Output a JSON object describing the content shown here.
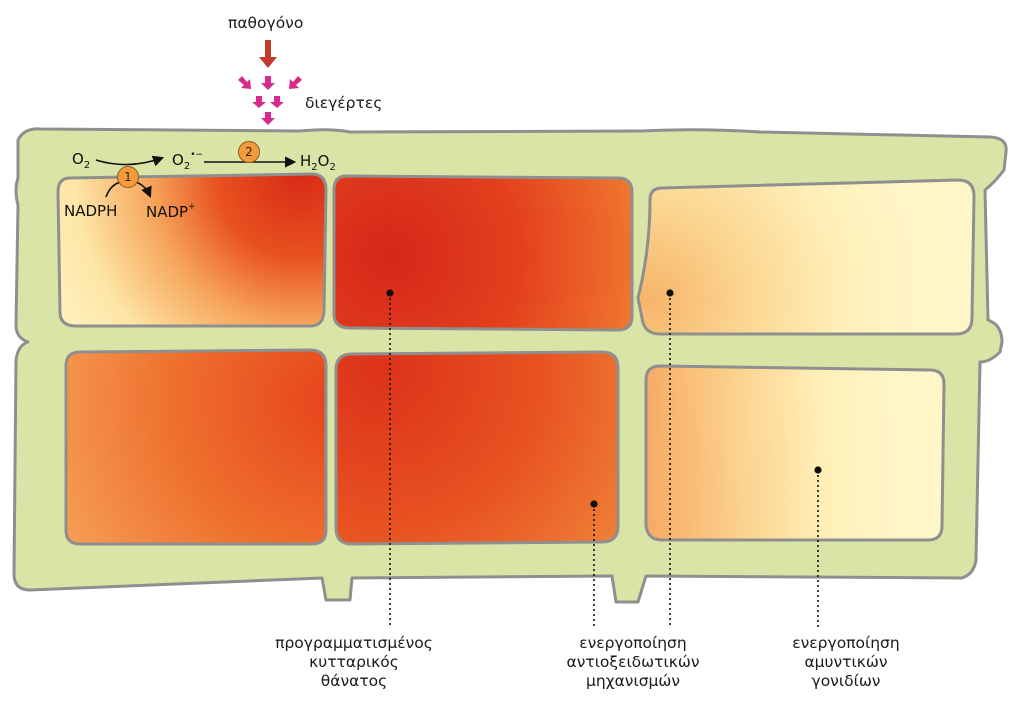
{
  "labels": {
    "pathogen": "παθογόνο",
    "elicitors": "διεγέρτες",
    "pcd_line1": "προγραμματισμένος",
    "pcd_line2": "κυτταρικός",
    "pcd_line3": "θάνατος",
    "antiox_line1": "ενεργοποίηση",
    "antiox_line2": "αντιοξειδωτικών",
    "antiox_line3": "μηχανισμών",
    "defense_line1": "ενεργοποίηση",
    "defense_line2": "αμυντικών",
    "defense_line3": "γονιδίων"
  },
  "reaction": {
    "o2_main": "O",
    "o2_sub": "2",
    "superoxide_main": "O",
    "superoxide_sub": "2",
    "superoxide_sup": "•−",
    "h2o2_h": "H",
    "h2o2_sub1": "2",
    "h2o2_o": "O",
    "h2o2_sub2": "2",
    "nadph": "NADPH",
    "nadp_main": "NADP",
    "nadp_sup": "+",
    "step1": "1",
    "step2": "2"
  },
  "colors": {
    "cell_wall": "#d9e4a6",
    "cell_outline": "#8f8f8f",
    "pathogen_arrow": "#c23a2c",
    "elicitor_arrow": "#d62b8c",
    "badge": "#f39a3c",
    "cell_pale": "#fff4c4",
    "cell_red": "#e0301b"
  }
}
